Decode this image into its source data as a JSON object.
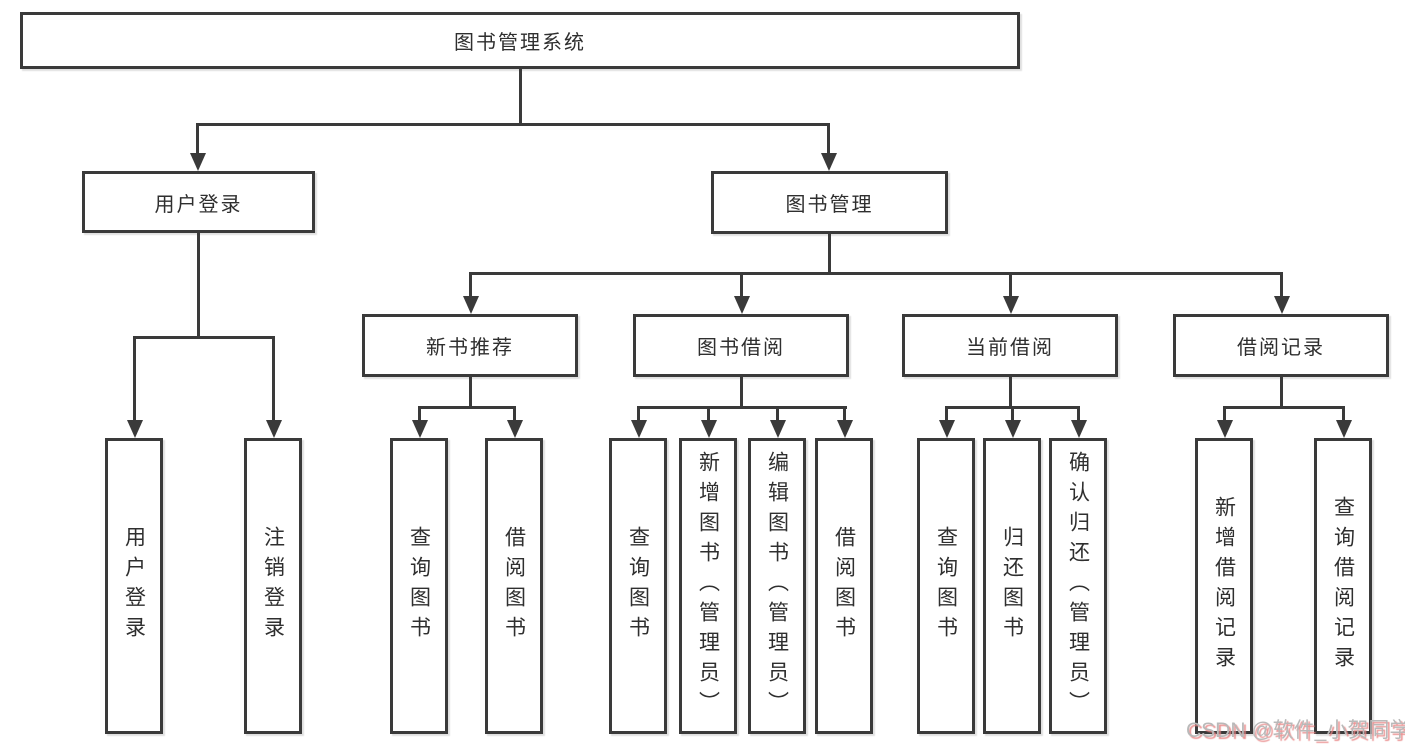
{
  "diagram": {
    "title": "图书管理系统",
    "tree": {
      "label": "图书管理系统",
      "children": [
        {
          "label": "用户登录",
          "children": [
            {
              "label": "用户登录"
            },
            {
              "label": "注销登录"
            }
          ]
        },
        {
          "label": "图书管理",
          "children": [
            {
              "label": "新书推荐",
              "children": [
                {
                  "label": "查询图书"
                },
                {
                  "label": "借阅图书"
                }
              ]
            },
            {
              "label": "图书借阅",
              "children": [
                {
                  "label": "查询图书"
                },
                {
                  "label": "新增图书（管理员）"
                },
                {
                  "label": "编辑图书（管理员）"
                },
                {
                  "label": "借阅图书"
                }
              ]
            },
            {
              "label": "当前借阅",
              "children": [
                {
                  "label": "查询图书"
                },
                {
                  "label": "归还图书"
                },
                {
                  "label": "确认归还（管理员）"
                }
              ]
            },
            {
              "label": "借阅记录",
              "children": [
                {
                  "label": "新增借阅记录"
                },
                {
                  "label": "查询借阅记录"
                }
              ]
            }
          ]
        }
      ]
    },
    "colors": {
      "line": "#3a3a3a",
      "box_border": "#3a3a3a",
      "text": "#2f2f2f",
      "background": "#ffffff"
    }
  },
  "watermark": {
    "text": "CSDN @软件_小贺同学",
    "color": "#b9b9b9",
    "shadow_color": "#e88282"
  }
}
